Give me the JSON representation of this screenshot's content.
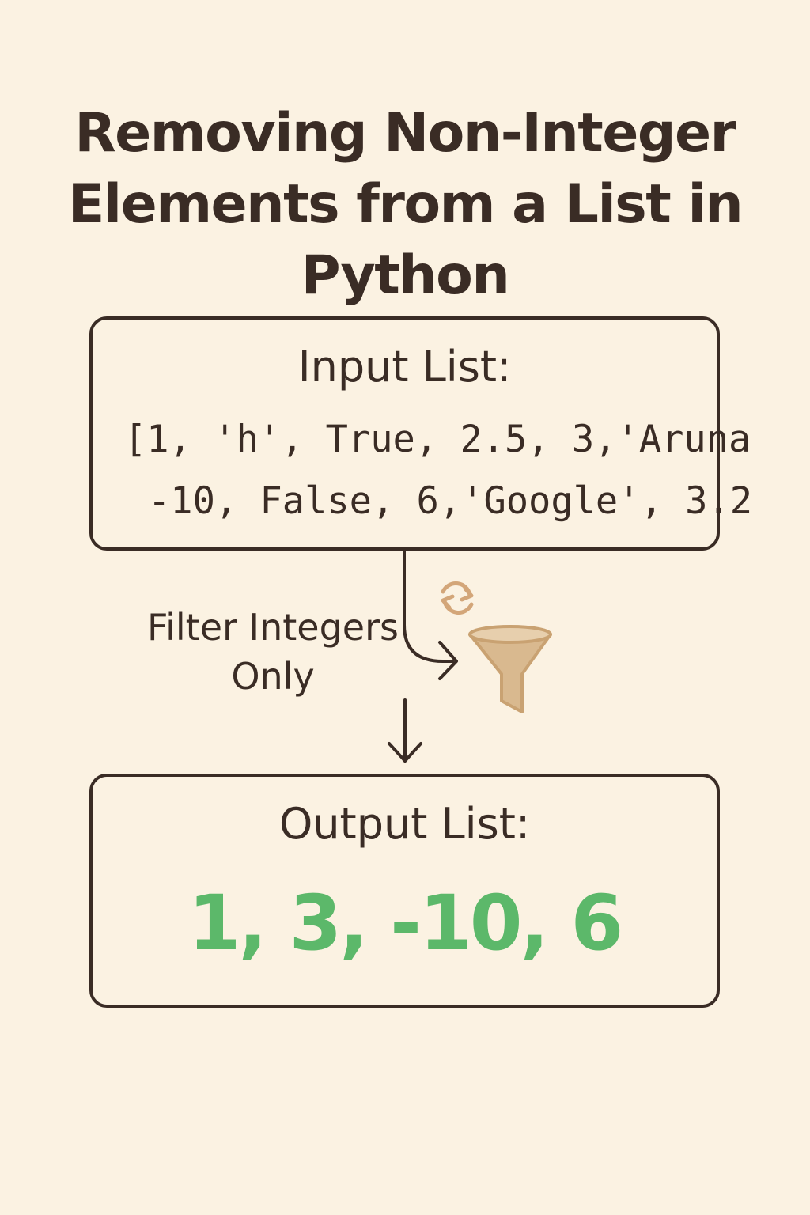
{
  "title": "Removing Non-Integer Elements from a List in Python",
  "input": {
    "heading": "Input List:",
    "line1": "[1, 'h', True, 2.5, 3,'Aruna",
    "line2": "-10, False, 6,'Google', 3.2"
  },
  "step": {
    "label": "Filter Integers Only",
    "icon": "funnel-icon",
    "secondary_icon": "refresh-icon"
  },
  "output": {
    "heading": "Output List:",
    "values": "1, 3, -10, 6"
  },
  "colors": {
    "background": "#fbf2e2",
    "text": "#3a2c25",
    "output_values": "#5cb86a",
    "funnel": "#d9b98f",
    "funnel_outline": "#c9a272",
    "refresh": "#d3a679"
  }
}
